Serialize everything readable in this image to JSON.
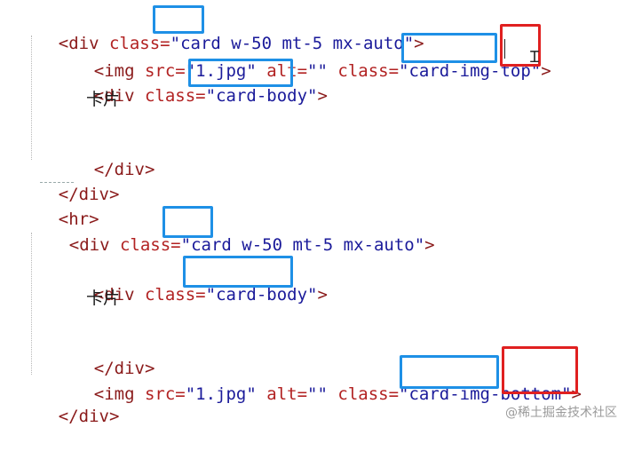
{
  "code_lines": [
    "<div class=\"card w-50 mt-5 mx-auto\">",
    "<img src=\"1.jpg\" alt=\"\" class=\"card-img-top\">",
    "<div class=\"card-body\">",
    "卡片",
    "",
    "</div>",
    "</div>",
    "<hr>",
    "<div class=\"card w-50 mt-5 mx-auto\">",
    "",
    "<div class=\"card-body\">",
    "卡片",
    "",
    "</div>",
    "<img src=\"1.jpg\" alt=\"\" class=\"card-img-bottom\">",
    "</div>"
  ],
  "highlights": {
    "card_1": "card",
    "card_img_1": "card-img",
    "top": "top",
    "card_body_1": "card-body",
    "card_2": "card",
    "card_body_2": "card-body",
    "card_img_2": "card-img",
    "bottom": "bottom"
  },
  "colors": {
    "blue_box": "#1e90e6",
    "red_box": "#e02020"
  },
  "watermark": "@稀土掘金技术社区"
}
